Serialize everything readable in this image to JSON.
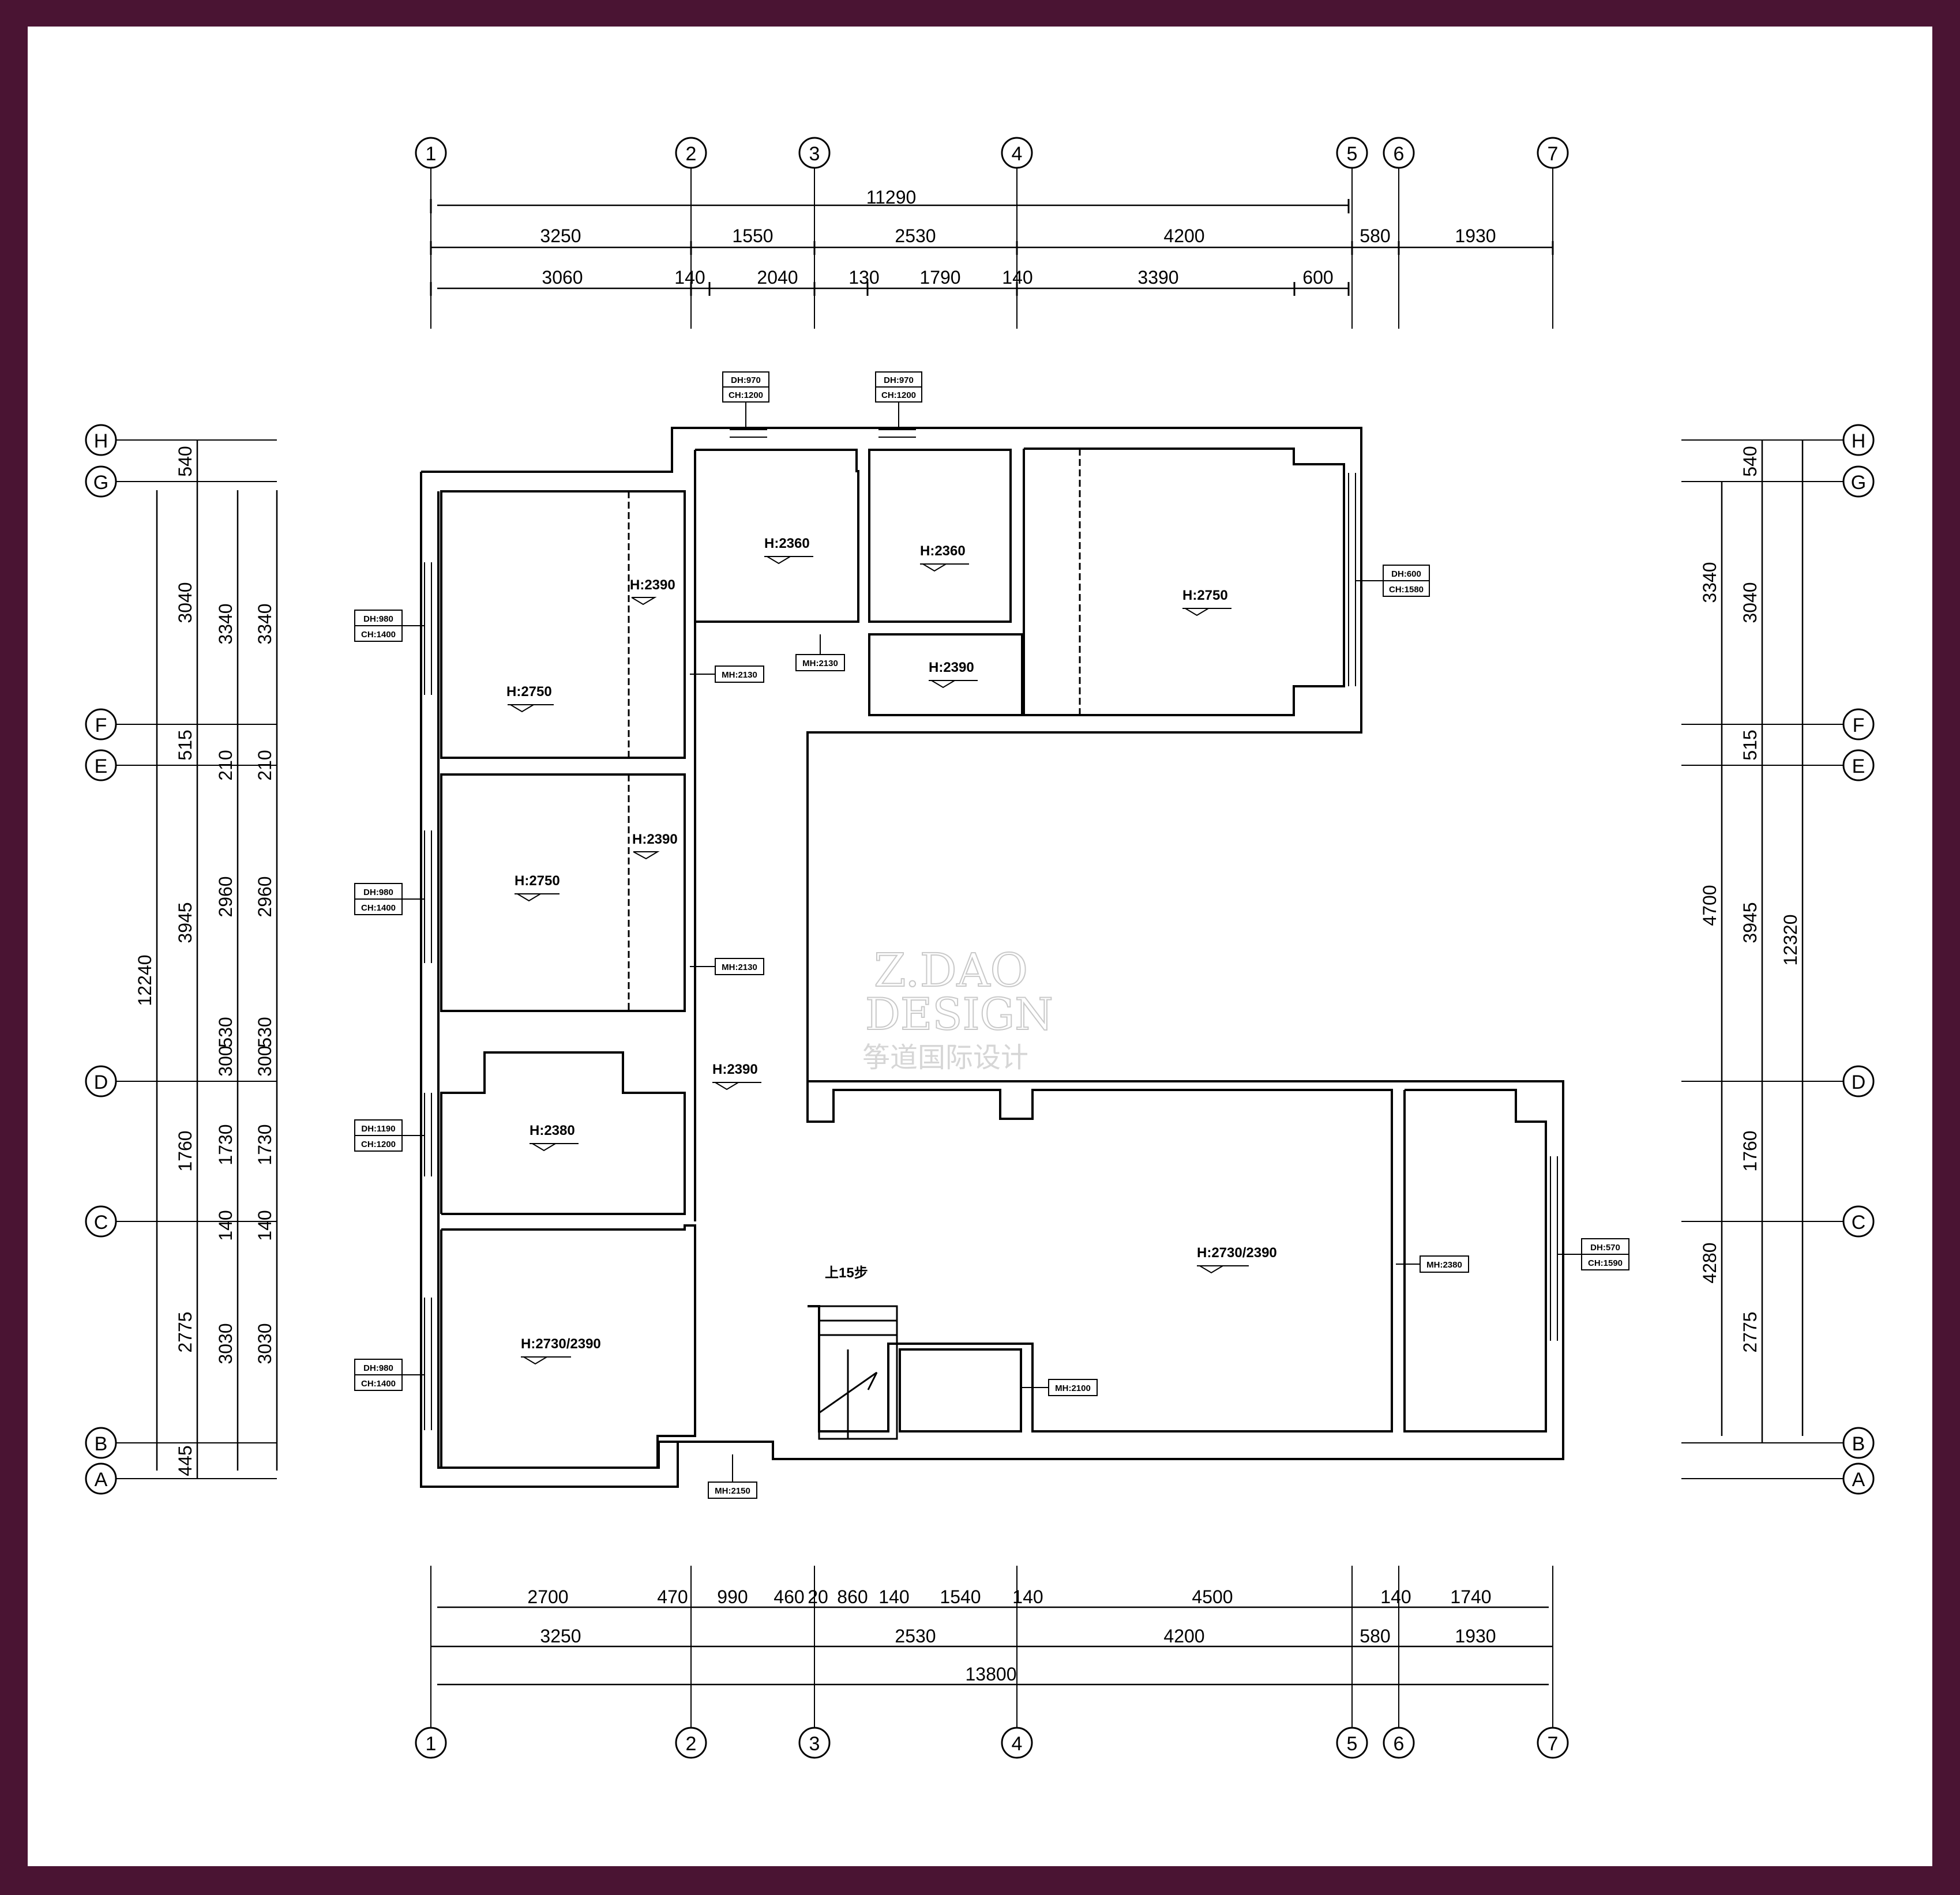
{
  "axes_columns": [
    "1",
    "2",
    "3",
    "4",
    "5",
    "6",
    "7"
  ],
  "axes_rows": [
    "H",
    "G",
    "F",
    "E",
    "D",
    "C",
    "B",
    "A"
  ],
  "top_dims": {
    "overall": "11290",
    "row1": [
      "3250",
      "1550",
      "2530",
      "4200",
      "580",
      "1930"
    ],
    "row2": [
      "3060",
      "140",
      "2040",
      "130",
      "1790",
      "140",
      "3390",
      "600"
    ]
  },
  "bottom_dims": {
    "row1": [
      "2700",
      "470",
      "990",
      "460",
      "20",
      "860",
      "140",
      "1540",
      "140",
      "4500",
      "140",
      "1740"
    ],
    "row2": [
      "3250",
      "2530",
      "4200",
      "580",
      "1930"
    ],
    "overall": "13800"
  },
  "left_dims": {
    "overall": "12240",
    "col1": [
      "540",
      "3040",
      "515",
      "3945",
      "1760",
      "2775",
      "445"
    ],
    "col2": [
      "3340",
      "210",
      "2960",
      "300",
      "530",
      "1730",
      "140",
      "3030"
    ],
    "col3": [
      "3340",
      "210",
      "2960",
      "300",
      "530",
      "1730",
      "140",
      "3030"
    ]
  },
  "right_dims": {
    "overall": "12320",
    "col1": [
      "3340",
      "4700",
      "4280"
    ],
    "col2": [
      "540",
      "3040",
      "515",
      "3945",
      "1760",
      "2775"
    ]
  },
  "room_heights": [
    "H:2390",
    "H:2750",
    "H:2390",
    "H:2750",
    "H:2360",
    "H:2360",
    "H:2390",
    "H:2750",
    "H:2380",
    "H:2390",
    "H:2730/2390",
    "H:2730/2390"
  ],
  "tags": {
    "top_win_1": [
      "DH:970",
      "CH:1200"
    ],
    "top_win_2": [
      "DH:970",
      "CH:1200"
    ],
    "win_l1": [
      "DH:980",
      "CH:1400"
    ],
    "win_l2": [
      "DH:980",
      "CH:1400"
    ],
    "win_l3": [
      "DH:1190",
      "CH:1200"
    ],
    "win_l4": [
      "DH:980",
      "CH:1400"
    ],
    "win_r1": [
      "DH:600",
      "CH:1580"
    ],
    "win_r2": [
      "DH:570",
      "CH:1590"
    ],
    "door_1": "MH:2130",
    "door_2": "MH:2130",
    "door_3": "MH:2130",
    "door_4": "MH:2380",
    "door_5": "MH:2100",
    "door_6": "MH:2150"
  },
  "stair_label": "上15步",
  "watermark": {
    "line1": "Z.DAO",
    "line2": "DESIGN",
    "line3": "筝道国际设计"
  },
  "colors": {
    "frame": "#4a1433",
    "paper": "#ffffff",
    "ink": "#000000"
  }
}
